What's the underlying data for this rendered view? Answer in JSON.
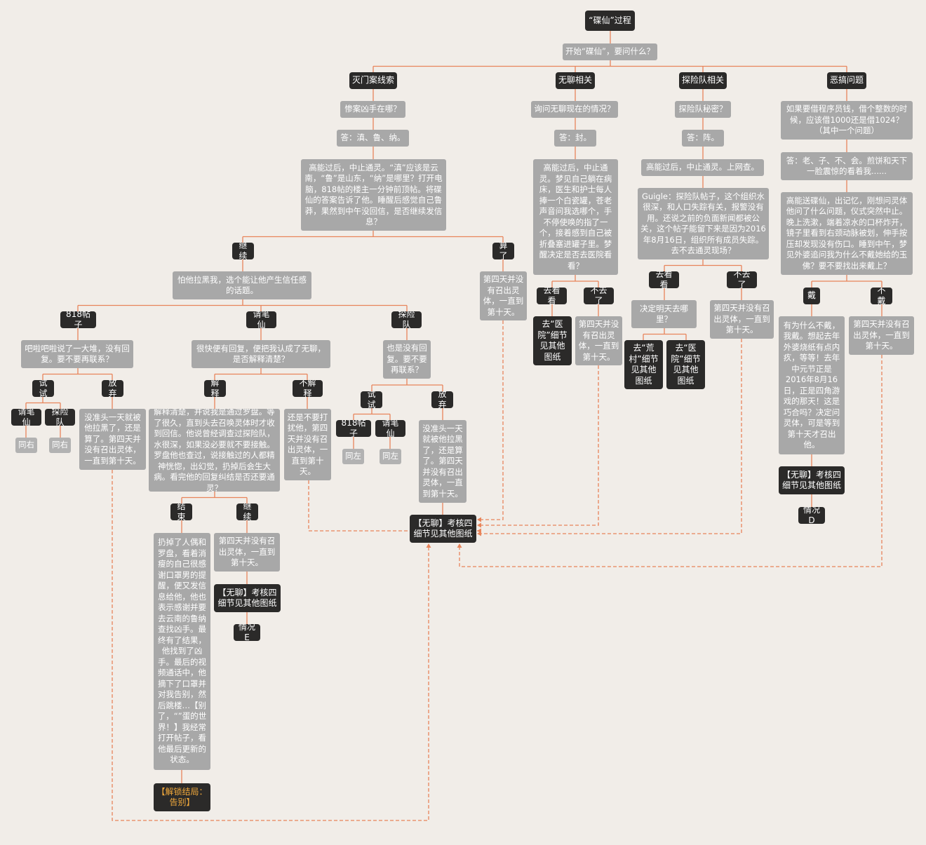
{
  "title": "“碟仙”过程",
  "nodes": {
    "root": "“碟仙”过程",
    "q0": "开始“碟仙”，要问什么？",
    "b1": "灭门案线索",
    "b1q": "惨案凶手在哪？",
    "b1a": "答：滇、鲁、纳。",
    "b1t": "高能过后，中止通灵。“滇”应该是云南，“鲁”是山东，“纳”是哪里？打开电脑，818帖的楼主一分钟前顶帖。将碟仙的答案告诉了他。睡醒后感觉自己鲁莽，果然到中午没回信，是否继续发信息？",
    "cont": "继续",
    "cont_t": "怕他拉黑我，选个能让他产生信任感的话题。",
    "t818": "818帖子",
    "t818_q": "吧啦吧啦说了一大堆，没有回复。要不要再联系？",
    "t818_try": "试试",
    "t818_try_pen": "请笔仙",
    "t818_try_pen_r": "同右",
    "t818_try_exp": "探险队",
    "t818_try_exp_r": "同右",
    "t818_giveup": "放弃",
    "t818_giveup_t": "没准头一天就被他拉黑了，还是算了。第四天并没有召出灵体，一直到第十天。",
    "pen": "请笔仙",
    "pen_q": "很快便有回复，便把我认成了无聊，是否解释清楚？",
    "pen_exp": "解释",
    "pen_exp_t": "解释清楚，并说我是通过罗盘。等了很久，直到头去召唤灵体时才收到回信。他说曾经调查过探险队，水很深，如果没必要就不要接触。罗盘他也查过，说接触过的人都精神恍惚，出幻觉，扔掉后会生大病。看完他的回复纠结是否还要通灵？",
    "pen_end": "结束",
    "pen_end_t": "扔掉了人偶和罗盘，看着消瘦的自己很感谢口罩男的提醒，便又发信息给他，他也表示感谢并要去云南的鲁纳查找凶手。最终有了结果，他找到了凶手。最后的视频通话中，他摘下了口罩并对我告别，然后跳楼…【别了，“”蛋的世界！】我经常打开帖子，看他最后更新的状态。",
    "unlock": "【解锁结局：告别】",
    "pen_cont": "继续",
    "pen_cont_t": "第四天并没有召出灵体，一直到第十天。",
    "pen_cont_res": "【无聊】考核四细节见其他图纸",
    "caseE": "情况E",
    "pen_noexp": "不解释",
    "pen_noexp_t": "还是不要打扰他，第四天并没有召出灵体，一直到第十天。",
    "expd": "探险队",
    "expd_q": "也是没有回复。要不要再联系？",
    "expd_try": "试试",
    "expd_try_818": "818帖子",
    "expd_try_818_r": "同左",
    "expd_try_pen": "请笔仙",
    "expd_try_pen_r": "同左",
    "expd_giveup": "放弃",
    "expd_giveup_t": "没准头一天就被他拉黑了，还是算了。第四天并没有召出灵体，一直到第十天。",
    "b1stop": "算了",
    "b1stop_t": "第四天并没有召出灵体，一直到第十天。",
    "center": "【无聊】考核四细节见其他图纸",
    "b2": "无聊相关",
    "b2q": "询问无聊现在的情况？",
    "b2a": "答：封。",
    "b2t": "高能过后，中止通灵。梦见自己躺在病床，医生和护士每人捧一个白瓷罐，苍老声音问我选哪个，手不停使唤的指了一个，接着感到自己被折叠塞进罐子里。梦醒决定是否去医院看看？",
    "b2go": "去看看",
    "b2go_res": "去“医院”细节见其他图纸",
    "b2no": "不去了",
    "b2no_t": "第四天并没有召出灵体，一直到第十天。",
    "b3": "探险队相关",
    "b3q": "探险队秘密？",
    "b3a": "答：阵。",
    "b3t1": "高能过后，中止通灵。上网查。",
    "b3t2": "Guigle：探险队帖子，这个组织水很深，和人口失踪有关，报警没有用。还说之前的负面新闻都被公关，这个帖子能留下来是因为2016年8月16日，组织所有成员失踪。去不去通灵现场？",
    "b3go": "去看看",
    "b3go_q": "决定明天去哪里？",
    "b3go_r1": "去“荒村”细节见其他图纸",
    "b3go_r2": "去“医院”细节见其他图纸",
    "b3no": "不去了",
    "b3no_t": "第四天并没有召出灵体，一直到第十天。",
    "b4": "恶搞问题",
    "b4q": "如果要借程序员钱，借个整数的时候，应该借1000还是借1024？（其中一个问题）",
    "b4a": "答：老、子、不、会。煎饼和天下一脸震惊的看着我......",
    "b4t": "高能送碟仙，出记忆，刚想问灵体他问了什么问题，仪式突然中止。晚上洗漱，端着凉水的口杯炸开，镜子里看到右颈动脉被划，伸手按压却发现没有伤口。睡到中午，梦见外婆追问我为什么不戴她给的玉佛？要不要找出来戴上？",
    "b4wear": "戴",
    "b4wear_t": "有为什么不戴，我戴。想起去年外婆烧纸有点内疚，等等！去年中元节正是2016年8月16日，正是四角游戏的那天！这是巧合吗？决定问灵体，可是等到第十天才召出他。",
    "b4wear_res": "【无聊】考核四细节见其他图纸",
    "caseD": "情况D",
    "b4nowear": "不戴",
    "b4nowear_t": "第四天并没有召出灵体，一直到第十天。"
  },
  "colors": {
    "background": "#f1ede8",
    "connector": "#e8845a",
    "node_grey": "#a8a8a8",
    "node_dark": "#2b2a29",
    "unlock_text": "#f2a93b"
  }
}
